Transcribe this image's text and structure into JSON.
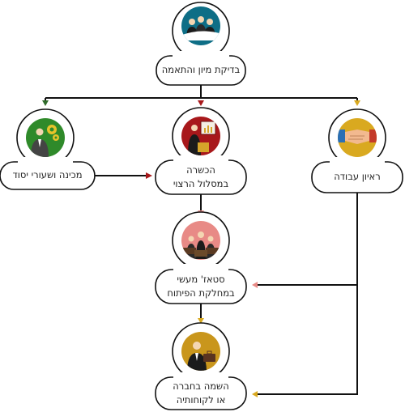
{
  "nodes": [
    {
      "id": "screening",
      "label": "בדיקת מיון והתאמה",
      "icon": "business-team-icon",
      "circle_color": "#0e6e86"
    },
    {
      "id": "prep",
      "label": "מכינה ושעורי יסוד",
      "icon": "gears-person-icon",
      "circle_color": "#2f8a2a"
    },
    {
      "id": "training",
      "label_line1": "הכשרה",
      "label_line2": "במסלול הרצוי",
      "icon": "presenter-board-icon",
      "circle_color": "#a8181b"
    },
    {
      "id": "interview",
      "label": "ראיון עבודה",
      "icon": "handshake-icon",
      "circle_color": "#d9a920"
    },
    {
      "id": "internship",
      "label_line1": "סטאז' מעשי",
      "label_line2": "במחלקת הפיתוח",
      "icon": "team-desks-icon",
      "circle_color": "#e88a86"
    },
    {
      "id": "placement",
      "label_line1": "השמה בחברה",
      "label_line2": "או לקוחותיה",
      "icon": "businessman-briefcase-icon",
      "circle_color": "#c9961c"
    }
  ],
  "colors": {
    "line": "#111111",
    "arrow_prep": "#2f6b2a",
    "arrow_training": "#a8181b",
    "arrow_interview": "#d9a920",
    "arrow_internship": "#e88a86",
    "arrow_placement": "#d9a920"
  }
}
